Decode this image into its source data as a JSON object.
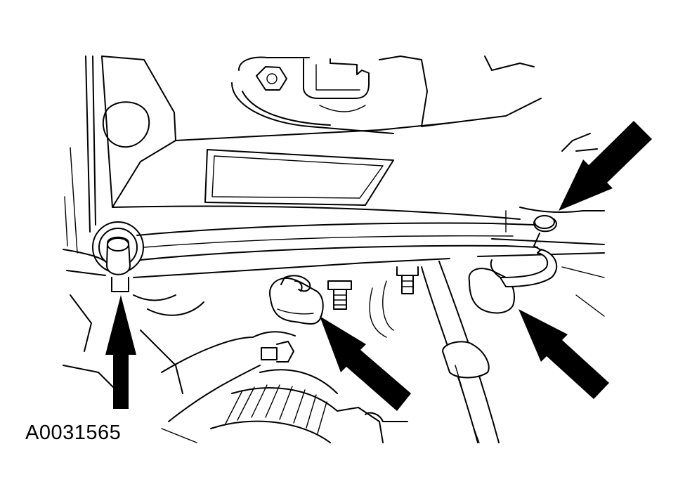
{
  "figure": {
    "id_label": "A0031565"
  },
  "callouts": [
    {
      "name": "arrow-pointing-left-pin",
      "icon": "arrow-up-icon"
    },
    {
      "name": "arrow-pointing-center-clip",
      "icon": "arrow-up-left-icon"
    },
    {
      "name": "arrow-pointing-right-clip",
      "icon": "arrow-up-left-icon"
    },
    {
      "name": "arrow-pointing-top-right-pin",
      "icon": "arrow-down-left-icon"
    }
  ],
  "colors": {
    "line": "#000000",
    "background": "#ffffff"
  }
}
